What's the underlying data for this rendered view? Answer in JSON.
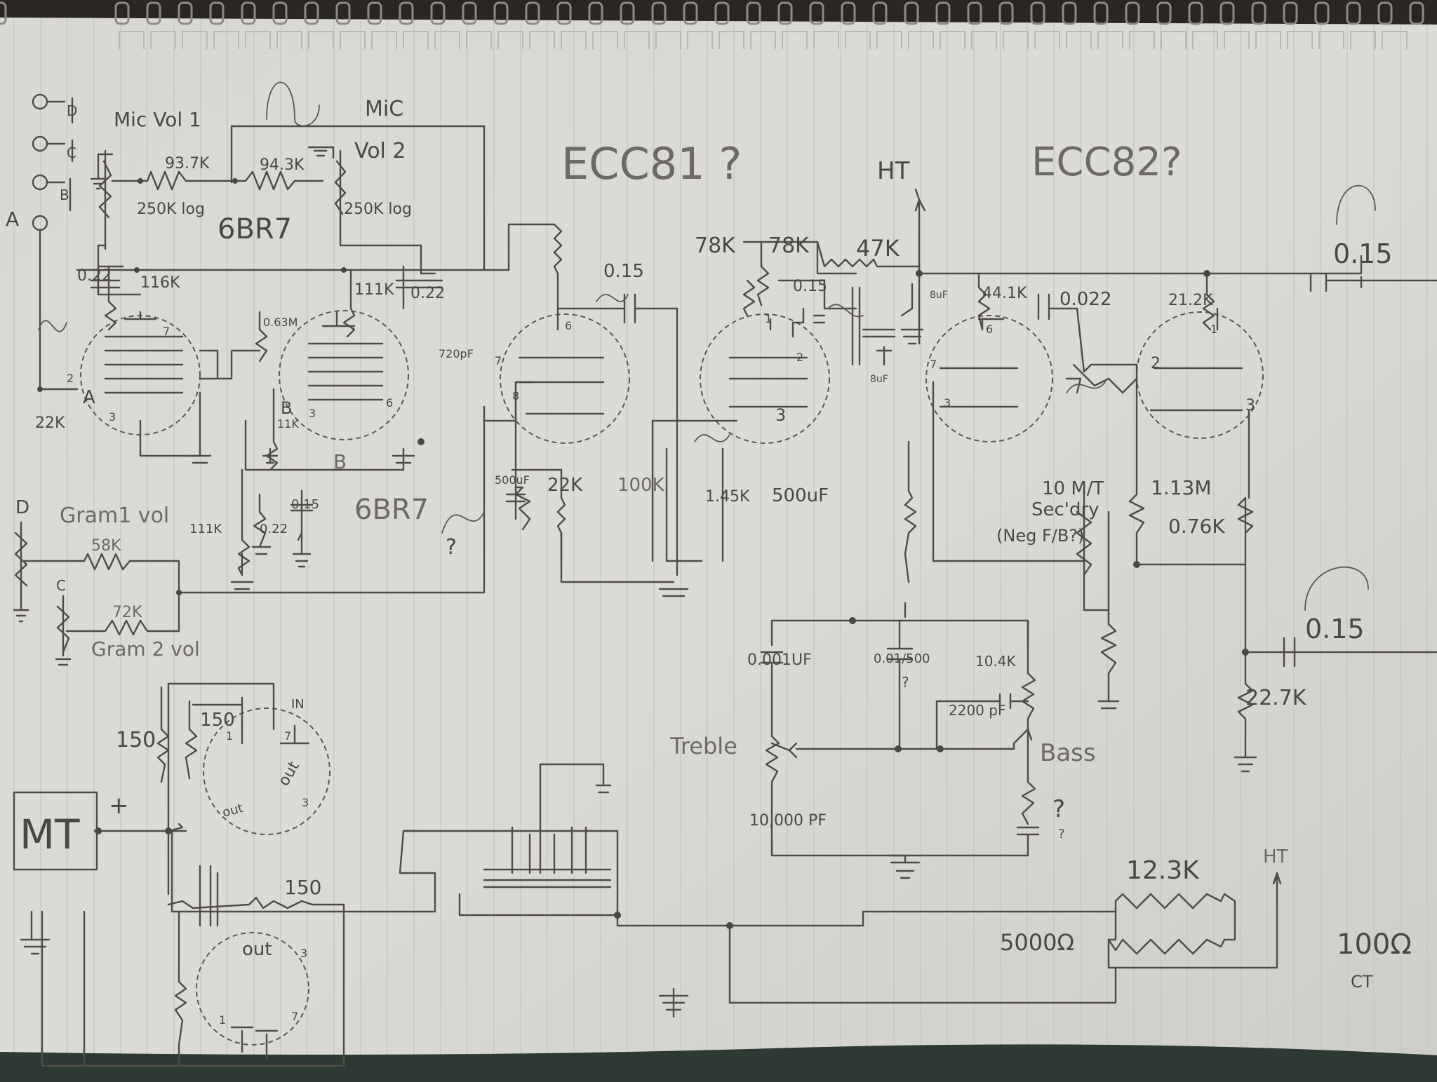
{
  "diagram": {
    "tube_titles": {
      "ecc81": "ECC81 ?",
      "ecc82": "ECC82?",
      "gbr7_top": "6BR7",
      "gbr7_bottom": "6BR7"
    },
    "inputs": {
      "d_top": "D",
      "c_top": "C",
      "b_top": "B",
      "a_top": "A",
      "d_left": "D",
      "c_left": "C"
    },
    "controls": {
      "mic_vol1": "Mic Vol 1",
      "mic": "MiC",
      "vol2": "Vol 2",
      "gram1": "Gram1 vol",
      "gram2": "Gram 2 vol",
      "treble": "Treble",
      "bass": "Bass",
      "ht_top": "HT",
      "ht_bottom": "HT"
    },
    "components": {
      "r_93k": "93.7K",
      "r_94k": "94.3K",
      "pot_250k_1": "250K log",
      "pot_250k_2": "250K log",
      "c_022_a": "0.22",
      "r_116k": "116K",
      "r_111k_top": "111K",
      "c_022_b": "0.22",
      "r_063m": "0.63M",
      "r_22k_in": "22K",
      "pin_a": "A",
      "pin_b": "B",
      "pin_b2": "B",
      "r_11k": "11K",
      "r_58k": "58K",
      "r_72k": "72K",
      "r_111k_low": "111K",
      "c_022_c": "0.22",
      "c_015_low": "0.15",
      "c_720pf": "720pF",
      "c_500uf_a": "500uF",
      "r_22k_k": "22K",
      "r_100k": "100K",
      "r_78k_a": "78K",
      "r_78k_b": "78K",
      "c_015_mid": "0.15",
      "c_015_mid2": "0.15",
      "r_47k": "47K",
      "c_8uf_a": "8uF",
      "c_8uf_b": "8uF",
      "r_145k": "1.45K",
      "c_500uf_b": "500uF",
      "r_441k": "44.1K",
      "c_0022": "0.022",
      "r_212k": "21.2K",
      "c_015_out1": "0.15",
      "c_015_out2": "0.15",
      "r_10m": "10 M/T",
      "secdry": "Sec'dry",
      "negfb": "(Neg F/B?)",
      "r_113m": "1.13M",
      "r_076k": "0.76K",
      "r_227k": "22.7K",
      "c_0001": "0.001UF",
      "c_01_500": "0.01/500",
      "r_104k": "10.4K",
      "c_2200pf": "2200 pF",
      "c_10000pf": "10,000 PF",
      "r_123k": "12.3K",
      "r_5000": "5000Ω",
      "r_150_a": "150",
      "r_150_b": "150",
      "r_150_c": "150",
      "mt": "MT",
      "plus": "+",
      "out_1": "out",
      "out_2": "out",
      "out_3": "out",
      "in_label": "IN",
      "tooct": "100Ω",
      "ct": "CT"
    },
    "pins": {
      "p7a": "7",
      "p2a": "2",
      "p3a": "3",
      "p6b": "6",
      "p3b": "3",
      "p6c": "6",
      "p7c": "7",
      "p8c": "8",
      "p1d": "1",
      "p2d": "2",
      "p3d": "3",
      "p6e": "6",
      "p7e": "7",
      "p3e": "3",
      "p1f": "1",
      "p2f": "2",
      "p3f": "3",
      "p1g": "1",
      "p7g": "7",
      "p3g": "3",
      "p1h": "1",
      "p7h": "7",
      "p3h": "3"
    },
    "marks": {
      "q1": "?",
      "q2": "?",
      "q3": "?",
      "q4": "?"
    }
  }
}
